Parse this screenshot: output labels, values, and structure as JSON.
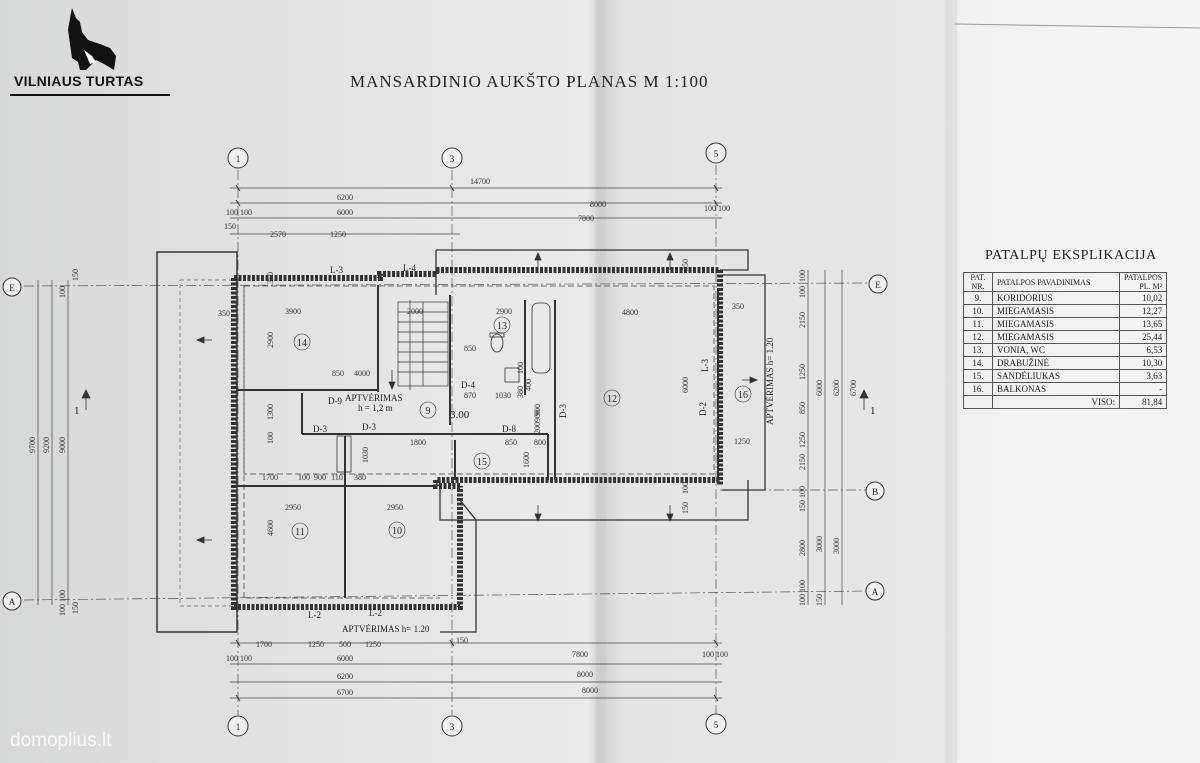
{
  "logo": {
    "name": "VILNIAUS TURTAS",
    "icon": "wolf-icon"
  },
  "title": "MANSARDINIO AUKŠTO PLANAS  M 1:100",
  "watermark": "domoplius.lt",
  "axes": {
    "cols": [
      "1",
      "3",
      "5"
    ],
    "rows": [
      "E",
      "B",
      "A"
    ]
  },
  "dimensions": {
    "top": [
      "14700",
      "6200",
      "8000",
      "100",
      "100",
      "6000",
      "7800",
      "100",
      "100",
      "150",
      "2570",
      "1250"
    ],
    "bottom": [
      "1700",
      "1250",
      "500",
      "1250",
      "150",
      "100",
      "100",
      "6000",
      "7800",
      "100",
      "100",
      "6200",
      "8000",
      "6700",
      "8000"
    ],
    "left": [
      "9700",
      "9200",
      "9000",
      "100",
      "150",
      "100",
      "100",
      "150"
    ],
    "right": [
      "100",
      "100",
      "2150",
      "1250",
      "850",
      "1250",
      "2150",
      "6000",
      "6200",
      "6700",
      "100",
      "150",
      "2800",
      "3000",
      "3000",
      "100",
      "100",
      "150"
    ],
    "inner": [
      "350",
      "3900",
      "2000",
      "2900",
      "4800",
      "350",
      "2900",
      "850",
      "4000",
      "850",
      "870",
      "1030",
      "100",
      "400",
      "380",
      "1300",
      "100",
      "1800",
      "850",
      "800",
      "1600",
      "900",
      "200",
      "1700",
      "100",
      "900",
      "110",
      "380",
      "2950",
      "2950",
      "4600",
      "6000",
      "350",
      "100",
      "150",
      "1250",
      "350",
      "1030",
      "900"
    ]
  },
  "rooms": [
    "9",
    "10",
    "11",
    "12",
    "13",
    "14",
    "15",
    "16"
  ],
  "labels": [
    "L-3",
    "L-4",
    "L-2",
    "L-2",
    "D-9",
    "D-3",
    "D-3",
    "D-4",
    "D-8",
    "D-3",
    "D-2",
    "L-3",
    "APTVĖRIMAS",
    "h = 1,2 m",
    "3.00",
    "APTVĖRIMAS  h= 1.20",
    "APTVĖRIMAS  h= 1.20",
    "1",
    "1"
  ],
  "explication": {
    "title": "PATALPŲ EKSPLIKACIJA",
    "headers": [
      "PAT. NR.",
      "PATALPOS PAVADINIMAS",
      "PATALPOS PL. M²"
    ],
    "rows": [
      {
        "nr": "9.",
        "name": "KORIDORIUS",
        "area": "10,02"
      },
      {
        "nr": "10.",
        "name": "MIEGAMASIS",
        "area": "12,27"
      },
      {
        "nr": "11.",
        "name": "MIEGAMASIS",
        "area": "13,65"
      },
      {
        "nr": "12.",
        "name": "MIEGAMASIS",
        "area": "25,44"
      },
      {
        "nr": "13.",
        "name": "VONIA, WC",
        "area": "6,53"
      },
      {
        "nr": "14.",
        "name": "DRABUŽINĖ",
        "area": "10,30"
      },
      {
        "nr": "15.",
        "name": "SANDĖLIUKAS",
        "area": "3,63"
      },
      {
        "nr": "16.",
        "name": "BALKONAS",
        "area": "-"
      }
    ],
    "total_label": "VISO:",
    "total": "81,84"
  }
}
